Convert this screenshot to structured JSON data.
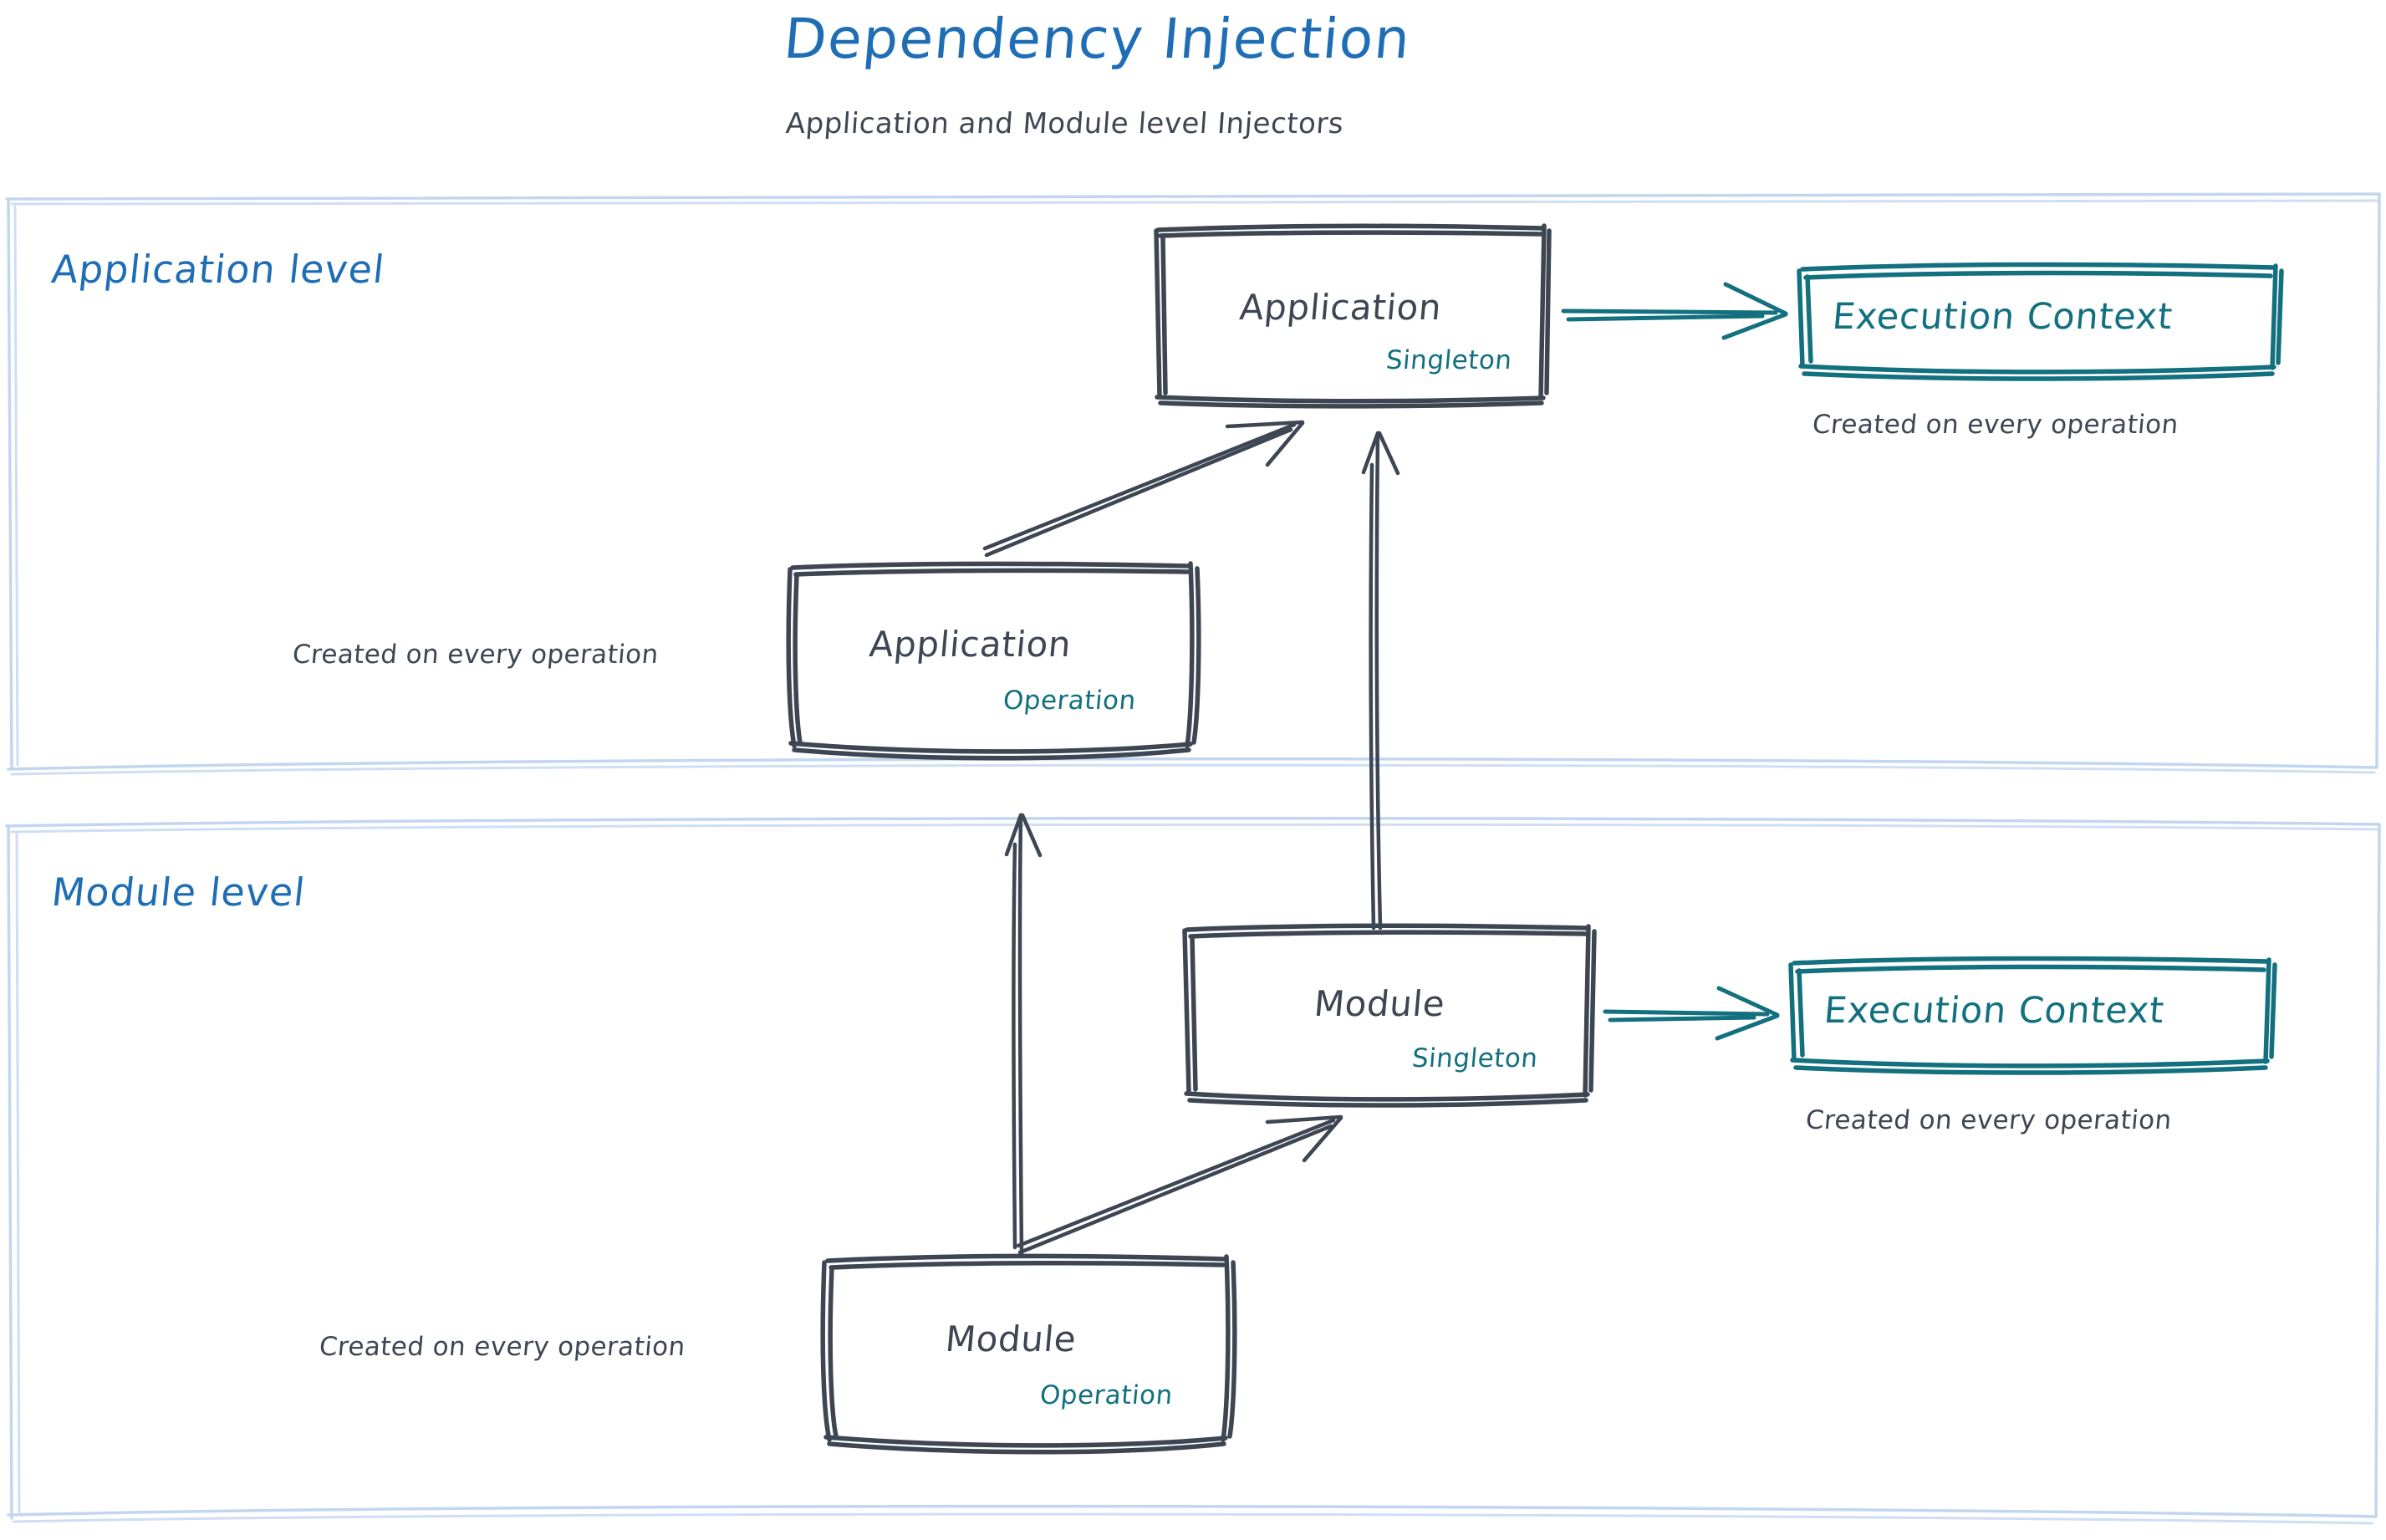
{
  "header": {
    "title": "Dependency Injection",
    "subtitle": "Application and Module level Injectors"
  },
  "colors": {
    "title_blue": "#1f6eb5",
    "level_label_blue": "#1f6eb5",
    "container_border": "#c2d6ef",
    "sketch_dark": "#3d4652",
    "teal": "#12707f",
    "background": "#ffffff"
  },
  "levels": [
    {
      "id": "application-level",
      "label": "Application level",
      "nodes": [
        {
          "id": "application-singleton",
          "title": "Application",
          "scope": "Singleton",
          "scope_color": "#12707f"
        },
        {
          "id": "application-operation",
          "title": "Application",
          "scope": "Operation",
          "scope_color": "#12707f",
          "note": "Created on every operation"
        },
        {
          "id": "application-execution-context",
          "title": "Execution Context",
          "note": "Created on every operation"
        }
      ]
    },
    {
      "id": "module-level",
      "label": "Module level",
      "nodes": [
        {
          "id": "module-singleton",
          "title": "Module",
          "scope": "Singleton",
          "scope_color": "#12707f"
        },
        {
          "id": "module-operation",
          "title": "Module",
          "scope": "Operation",
          "scope_color": "#12707f",
          "note": "Created on every operation"
        },
        {
          "id": "module-execution-context",
          "title": "Execution Context",
          "note": "Created on every operation"
        }
      ]
    }
  ],
  "notes": {
    "application_operation_note": "Created on every operation",
    "application_context_note": "Created on every operation",
    "module_operation_note": "Created on every operation",
    "module_context_note": "Created on every operation"
  },
  "edges": [
    {
      "id": "app-singleton-to-app-context",
      "from": "application-singleton",
      "to": "application-execution-context",
      "color": "#12707f",
      "style": "arrow"
    },
    {
      "id": "app-operation-to-app-singleton",
      "from": "application-operation",
      "to": "application-singleton",
      "color": "#3d4652",
      "style": "arrow"
    },
    {
      "id": "module-singleton-to-app-singleton",
      "from": "module-singleton",
      "to": "application-singleton",
      "color": "#3d4652",
      "style": "arrow"
    },
    {
      "id": "module-operation-to-app-operation",
      "from": "module-operation",
      "to": "application-operation",
      "color": "#3d4652",
      "style": "arrow"
    },
    {
      "id": "module-operation-to-module-singleton",
      "from": "module-operation",
      "to": "module-singleton",
      "color": "#3d4652",
      "style": "arrow"
    },
    {
      "id": "module-singleton-to-module-context",
      "from": "module-singleton",
      "to": "module-execution-context",
      "color": "#12707f",
      "style": "arrow"
    }
  ]
}
